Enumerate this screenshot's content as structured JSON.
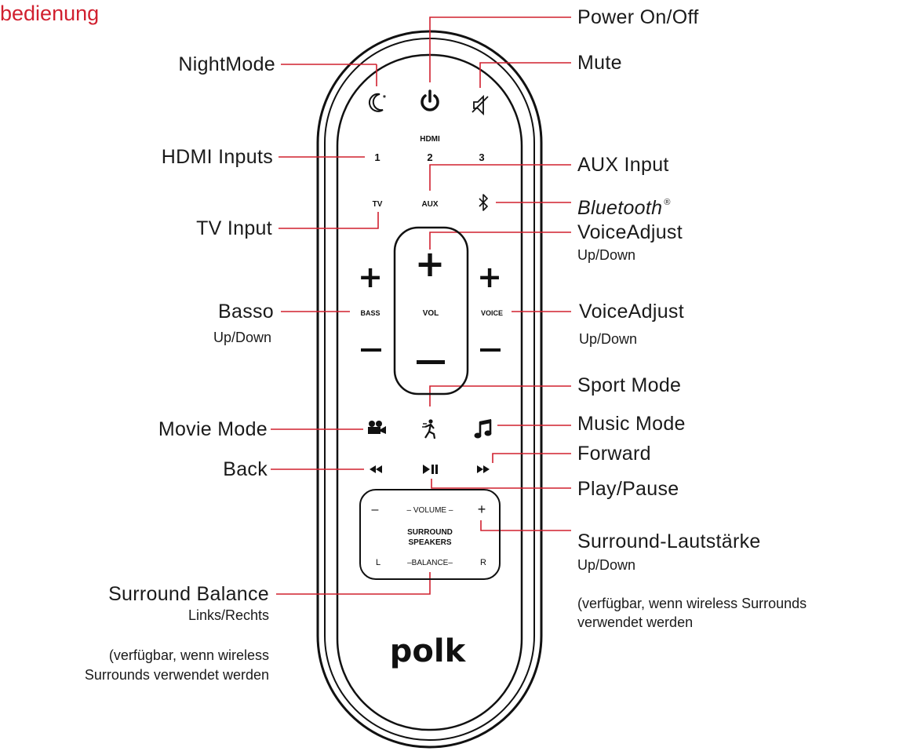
{
  "page_title": "bedienung",
  "callouts": {
    "power": "Power On/Off",
    "nightmode": "NightMode",
    "mute": "Mute",
    "hdmi_inputs": "HDMI Inputs",
    "aux_input": "AUX Input",
    "bluetooth": "Bluetooth",
    "bluetooth_mark": "®",
    "tv_input": "TV Input",
    "voiceadjust_1": "VoiceAdjust",
    "voiceadjust_1_sub": "Up/Down",
    "basso": "Basso",
    "basso_sub": "Up/Down",
    "voiceadjust_2": "VoiceAdjust",
    "voiceadjust_2_sub": "Up/Down",
    "sport_mode": "Sport Mode",
    "movie_mode": "Movie Mode",
    "music_mode": "Music Mode",
    "forward": "Forward",
    "back": "Back",
    "play_pause": "Play/Pause",
    "surround_volume": "Surround-Lautstärke",
    "surround_volume_sub": "Up/Down",
    "surround_volume_note_1": "(verfügbar, wenn wireless Surrounds",
    "surround_volume_note_2": "verwendet werden",
    "surround_balance": "Surround Balance",
    "surround_balance_sub": "Links/Rechts",
    "surround_balance_note_1": "(verfügbar, wenn wireless",
    "surround_balance_note_2": "Surrounds verwendet werden"
  },
  "remote": {
    "hdmi_header": "HDMI",
    "hdmi_1": "1",
    "hdmi_2": "2",
    "hdmi_3": "3",
    "tv": "TV",
    "aux": "AUX",
    "bass_label": "BASS",
    "vol_label": "VOL",
    "voice_label": "VOICE",
    "plus": "+",
    "minus": "−",
    "surround_volume_label": "– VOLUME –",
    "surround_plus": "+",
    "surround_minus": "–",
    "surround_line1": "SURROUND",
    "surround_line2": "SPEAKERS",
    "balance_label": "–BALANCE–",
    "balance_l": "L",
    "balance_r": "R",
    "brand": "polk"
  },
  "icons": [
    "moon-icon",
    "power-icon",
    "mute-icon",
    "bluetooth-icon",
    "movie-camera-icon",
    "sport-icon",
    "music-note-icon",
    "rewind-icon",
    "play-pause-icon",
    "fast-forward-icon"
  ],
  "colors": {
    "leader_line": "#d1202f",
    "title": "#d1202f",
    "remote_outline": "#111111"
  }
}
